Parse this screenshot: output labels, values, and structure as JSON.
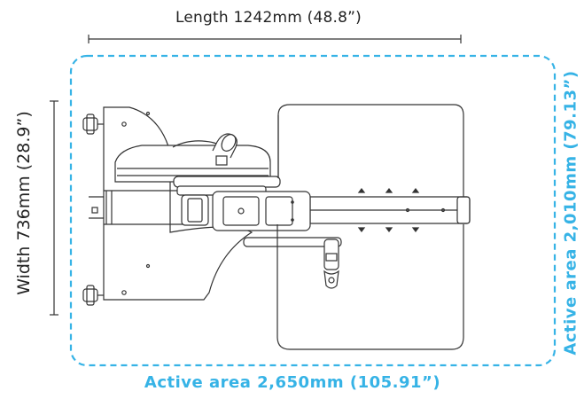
{
  "dimensions": {
    "length_label": "Length 1242mm (48.8”)",
    "width_label": "Width 736mm (28.9”)"
  },
  "active_area": {
    "width_label": "Active area 2,650mm (105.91”)",
    "height_label": "Active area 2,010mm (79.13”)"
  },
  "colors": {
    "active_area": "#36b3e6",
    "line_art": "#333333"
  }
}
